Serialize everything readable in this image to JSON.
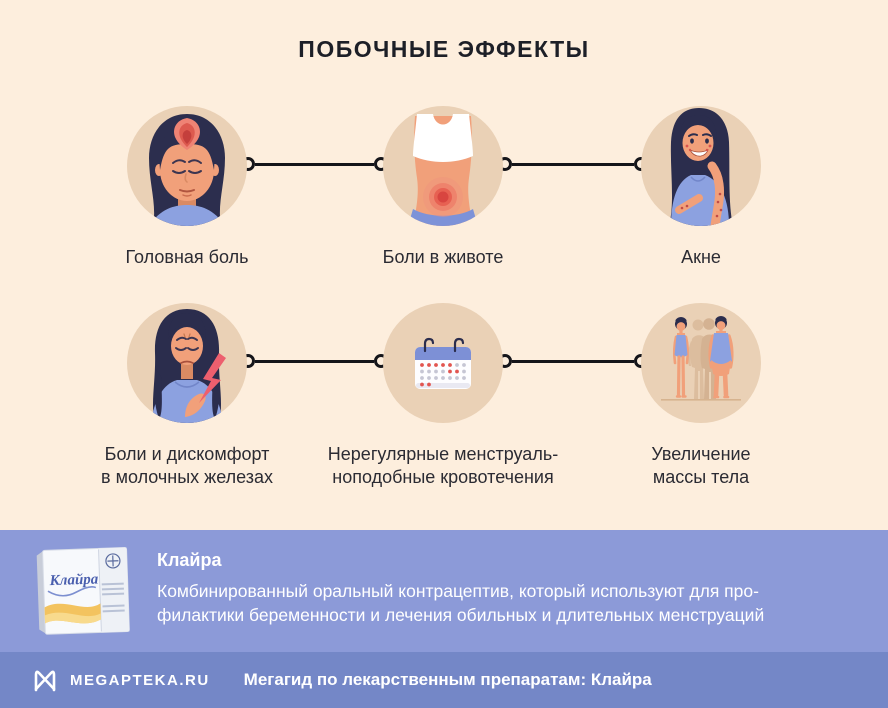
{
  "colors": {
    "background": "#fdeedd",
    "circle_bg": "#ead1b6",
    "panel_bg": "#8c9ad8",
    "footer_bg": "#7487c7",
    "accent_red": "#e2554f",
    "cloth_blue": "#8ca1e0"
  },
  "header": {
    "title": "ПОБОЧНЫЕ ЭФФЕКТЫ"
  },
  "effects": [
    {
      "id": "headache",
      "lines": [
        "Головная боль"
      ]
    },
    {
      "id": "stomach-pain",
      "lines": [
        "Боли в животе"
      ]
    },
    {
      "id": "acne",
      "lines": [
        "Акне"
      ]
    },
    {
      "id": "breast-pain",
      "lines": [
        "Боли и дискомфорт",
        "в молочных железах"
      ]
    },
    {
      "id": "irregular-bleeding",
      "lines": [
        "Нерегулярные менструаль-",
        "ноподобные кровотечения"
      ]
    },
    {
      "id": "weight-gain",
      "lines": [
        "Увеличение",
        "массы тела"
      ]
    }
  ],
  "product": {
    "name": "Клайра",
    "box_label": "Клайра",
    "description_lines": [
      "Комбинированный оральный контрацептив, который используют для про-",
      "филактики беременности и лечения обильных и длительных менструаций"
    ]
  },
  "footer": {
    "brand": "MEGAPTEKA.RU",
    "tagline": "Мегагид по лекарственным препаратам: Клайра"
  }
}
